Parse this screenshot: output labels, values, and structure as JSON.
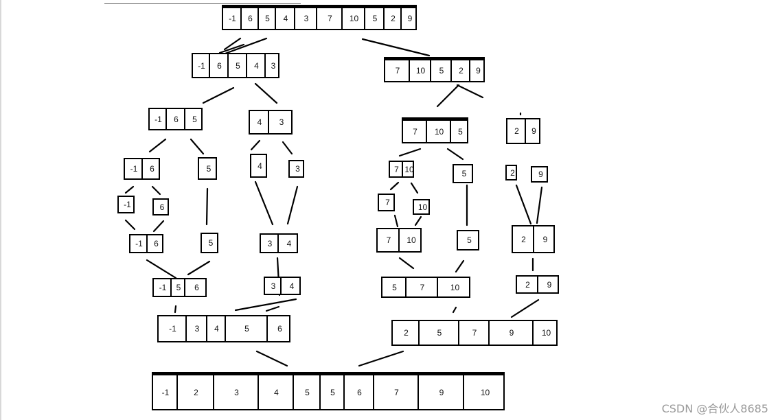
{
  "watermark": "CSDN @合伙人8685",
  "arrays": [
    {
      "id": "root",
      "values": [
        "-1",
        "6",
        "5",
        "4",
        "3",
        "7",
        "10",
        "5",
        "2",
        "9"
      ]
    },
    {
      "id": "L",
      "values": [
        "-1",
        "6",
        "5",
        "4",
        "3"
      ]
    },
    {
      "id": "R",
      "values": [
        "7",
        "10",
        "5",
        "2",
        "9"
      ]
    },
    {
      "id": "LL",
      "values": [
        "-1",
        "6",
        "5"
      ]
    },
    {
      "id": "LR",
      "values": [
        "4",
        "3"
      ]
    },
    {
      "id": "RL",
      "values": [
        "7",
        "10",
        "5"
      ]
    },
    {
      "id": "RR",
      "values": [
        "2",
        "9"
      ]
    },
    {
      "id": "LLL",
      "values": [
        "-1",
        "6"
      ]
    },
    {
      "id": "LLR",
      "values": [
        "5"
      ]
    },
    {
      "id": "LRL",
      "values": [
        "4"
      ]
    },
    {
      "id": "LRR",
      "values": [
        "3"
      ]
    },
    {
      "id": "RLL",
      "values": [
        "7",
        "10"
      ]
    },
    {
      "id": "RLR",
      "values": [
        "5"
      ]
    },
    {
      "id": "RRL",
      "values": [
        "2"
      ]
    },
    {
      "id": "RRR",
      "values": [
        "9"
      ]
    },
    {
      "id": "LLLL",
      "values": [
        "-1"
      ]
    },
    {
      "id": "LLLR",
      "values": [
        "6"
      ]
    },
    {
      "id": "RLLL",
      "values": [
        "7"
      ]
    },
    {
      "id": "RLLR",
      "values": [
        "10"
      ]
    },
    {
      "id": "m_LLL",
      "values": [
        "-1",
        "6"
      ]
    },
    {
      "id": "m_LLR",
      "values": [
        "5"
      ]
    },
    {
      "id": "m_LR",
      "values": [
        "3",
        "4"
      ]
    },
    {
      "id": "m_RLL",
      "values": [
        "7",
        "10"
      ]
    },
    {
      "id": "m_RLR",
      "values": [
        "5"
      ]
    },
    {
      "id": "m_RR",
      "values": [
        "2",
        "9"
      ]
    },
    {
      "id": "m_LL",
      "values": [
        "-1",
        "5",
        "6"
      ]
    },
    {
      "id": "m_LR2",
      "values": [
        "3",
        "4"
      ]
    },
    {
      "id": "m_RL",
      "values": [
        "5",
        "7",
        "10"
      ]
    },
    {
      "id": "m_RR2",
      "values": [
        "2",
        "9"
      ]
    },
    {
      "id": "m_L",
      "values": [
        "-1",
        "3",
        "4",
        "5",
        "6"
      ]
    },
    {
      "id": "m_R",
      "values": [
        "2",
        "5",
        "7",
        "9",
        "10"
      ]
    },
    {
      "id": "final",
      "values": [
        "-1",
        "2",
        "3",
        "4",
        "5",
        "5",
        "6",
        "7",
        "9",
        "10"
      ]
    }
  ]
}
